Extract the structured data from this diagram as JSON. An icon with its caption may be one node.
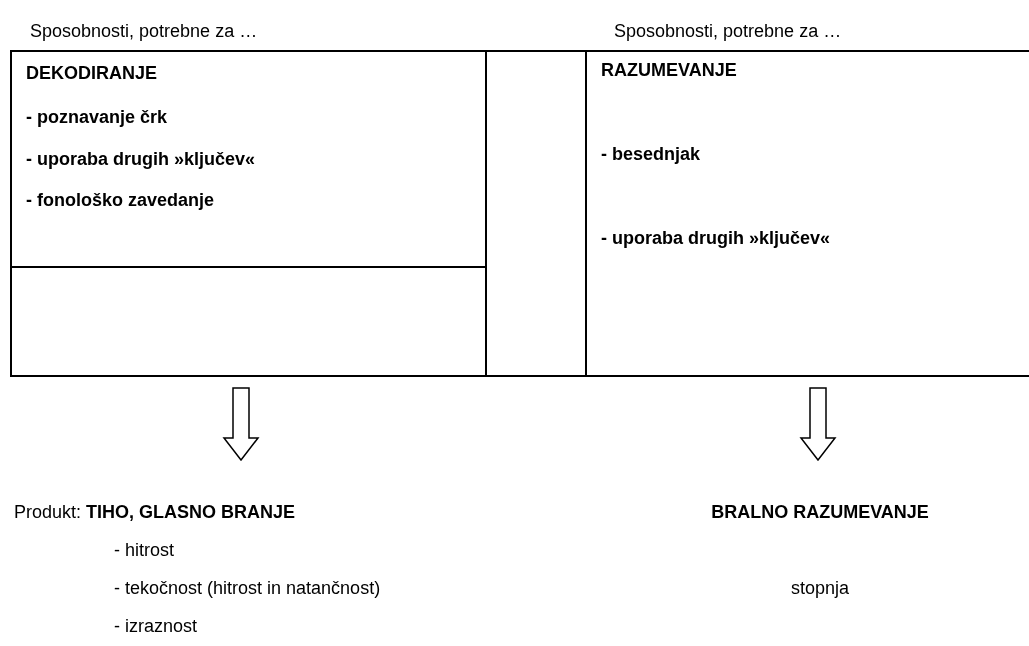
{
  "diagram": {
    "nodes": [
      {
        "text": [
          "DEKODIRANJE",
          "- poznavanje črk",
          "- uporaba drugih »ključev«",
          "- fonološko zavedanje"
        ],
        "beside": [
          "Sposobnosti, potrebne za …"
        ]
      },
      {
        "text": [],
        "shape": "box"
      },
      {
        "text": [],
        "shape": "box"
      },
      {
        "text": [
          "RAZUMEVANJE",
          "- besednjak",
          "- uporaba drugih »ključev«"
        ],
        "beside": [
          "Sposobnosti, potrebne za …"
        ]
      },
      {
        "text": [
          "Produkt: **TIHO, GLASNO BRANJE**",
          "- hitrost",
          "- tekočnost (hitrost in natančnost)",
          "- izraznost"
        ]
      },
      {
        "text": [
          "BRALNO RAZUMEVANJE",
          "stopnja"
        ]
      }
    ],
    "edges": [
      {
        "from": 1,
        "to": 4,
        "arrow": "to"
      },
      {
        "from": 3,
        "to": 5,
        "arrow": "to"
      }
    ]
  }
}
